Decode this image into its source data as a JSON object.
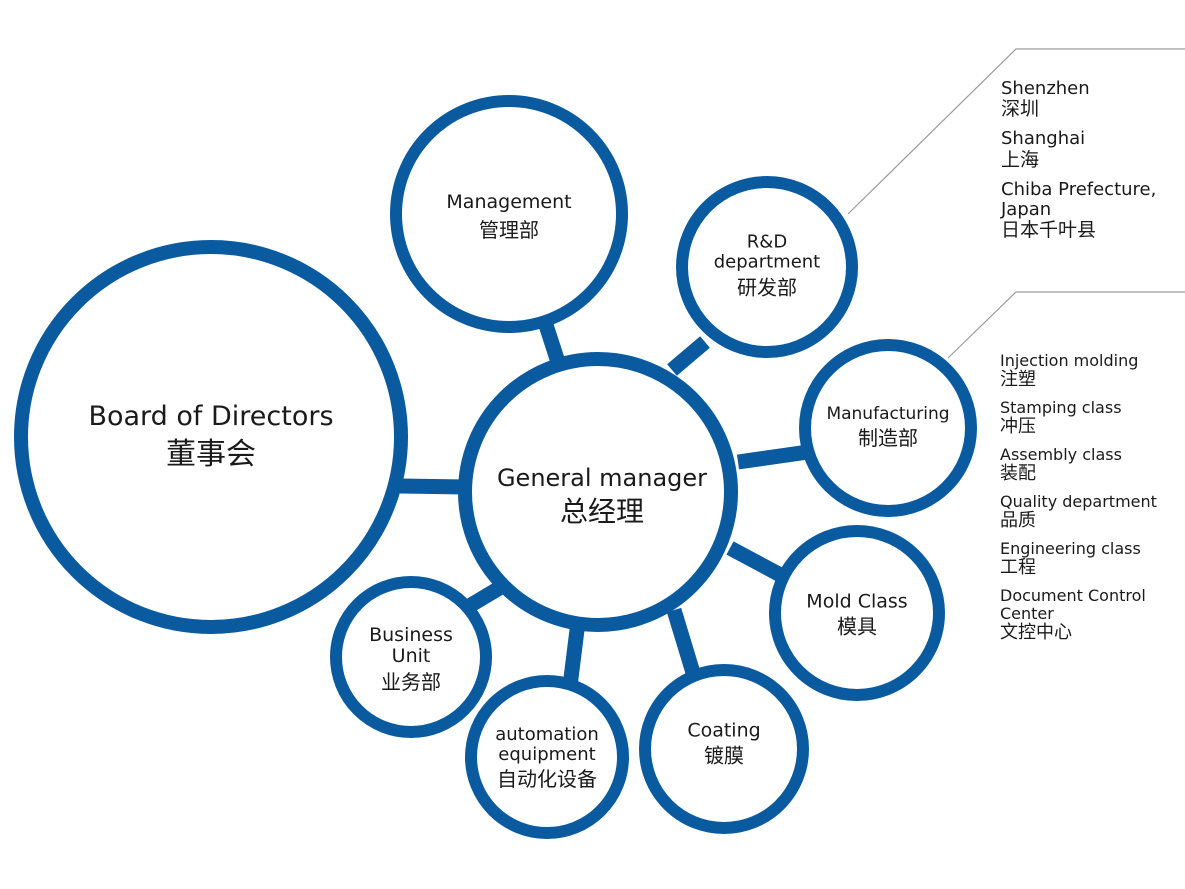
{
  "colors": {
    "ring": "#0a5aa0",
    "connector_line": "#9a9a9a",
    "text": "#1a1a1a"
  },
  "nodes": {
    "board": {
      "en": "Board of Directors",
      "zh": "董事会"
    },
    "gm": {
      "en": "General manager",
      "zh": "总经理"
    },
    "management": {
      "en": "Management",
      "zh": "管理部"
    },
    "rd": {
      "en": "R&D department",
      "zh": "研发部"
    },
    "manufacturing": {
      "en": "Manufacturing",
      "zh": "制造部"
    },
    "mold": {
      "en": "Mold Class",
      "zh": "模具"
    },
    "coating": {
      "en": "Coating",
      "zh": "镀膜"
    },
    "automation": {
      "en": "automation equipment",
      "zh": "自动化设备"
    },
    "business": {
      "en": "Business Unit",
      "zh": "业务部"
    }
  },
  "rd_locations": [
    {
      "en": "Shenzhen",
      "zh": "深圳"
    },
    {
      "en": "Shanghai",
      "zh": "上海"
    },
    {
      "en": "Chiba Prefecture, Japan",
      "zh": "日本千叶县"
    }
  ],
  "manufacturing_units": [
    {
      "en": "Injection molding",
      "zh": "注塑"
    },
    {
      "en": "Stamping class",
      "zh": "冲压"
    },
    {
      "en": "Assembly class",
      "zh": "装配"
    },
    {
      "en": "Quality department",
      "zh": "品质"
    },
    {
      "en": "Engineering class",
      "zh": "工程"
    },
    {
      "en": "Document Control Center",
      "zh": "文控中心"
    }
  ]
}
